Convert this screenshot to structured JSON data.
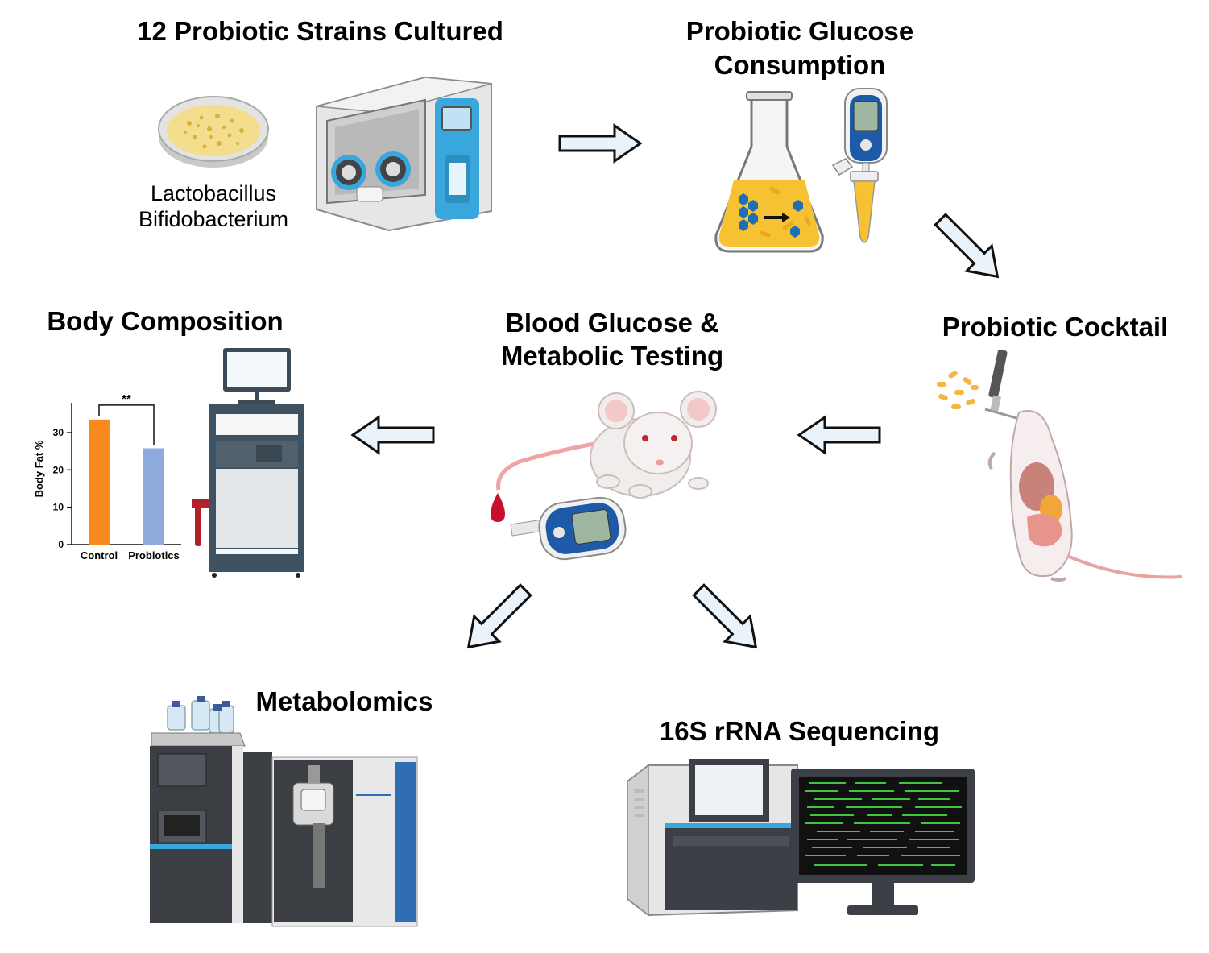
{
  "steps": {
    "culture": {
      "title": "12 Probiotic Strains Cultured",
      "strains": [
        "Lactobacillus",
        "Bifidobacterium"
      ],
      "icons": [
        "petri-dish-icon",
        "anaerobic-chamber-icon"
      ]
    },
    "glucose_consumption": {
      "title_lines": [
        "Probiotic Glucose",
        "Consumption"
      ],
      "icons": [
        "erlenmeyer-flask-icon",
        "glucometer-icon",
        "sample-tube-icon"
      ]
    },
    "cocktail": {
      "title": "Probiotic Cocktail",
      "icons": [
        "oral-gavage-mouse-icon"
      ]
    },
    "blood_glucose": {
      "title_lines": [
        "Blood Glucose &",
        "Metabolic Testing"
      ],
      "icons": [
        "mouse-icon",
        "blood-drop-icon",
        "glucometer-icon"
      ]
    },
    "body_composition": {
      "title": "Body Composition",
      "icons": [
        "body-composition-analyzer-icon"
      ]
    },
    "metabolomics": {
      "title": "Metabolomics",
      "icons": [
        "lc-ms-instrument-icon"
      ]
    },
    "sequencing": {
      "title": "16S rRNA Sequencing",
      "icons": [
        "sequencer-icon",
        "monitor-icon"
      ]
    }
  },
  "chart_data": {
    "type": "bar",
    "categories": [
      "Control",
      "Probiotics"
    ],
    "values": [
      33.5,
      25.8
    ],
    "colors": [
      "#F7891F",
      "#8FAADC"
    ],
    "ylabel": "Body Fat %",
    "yticks": [
      0,
      10,
      20,
      30
    ],
    "ylim": [
      0,
      38
    ],
    "significance": "**"
  },
  "colors": {
    "arrow_fill": "#EAF2FA",
    "arrow_stroke": "#111111",
    "accent_blue": "#3AA7DC",
    "medium_yellow": "#F6C232"
  }
}
